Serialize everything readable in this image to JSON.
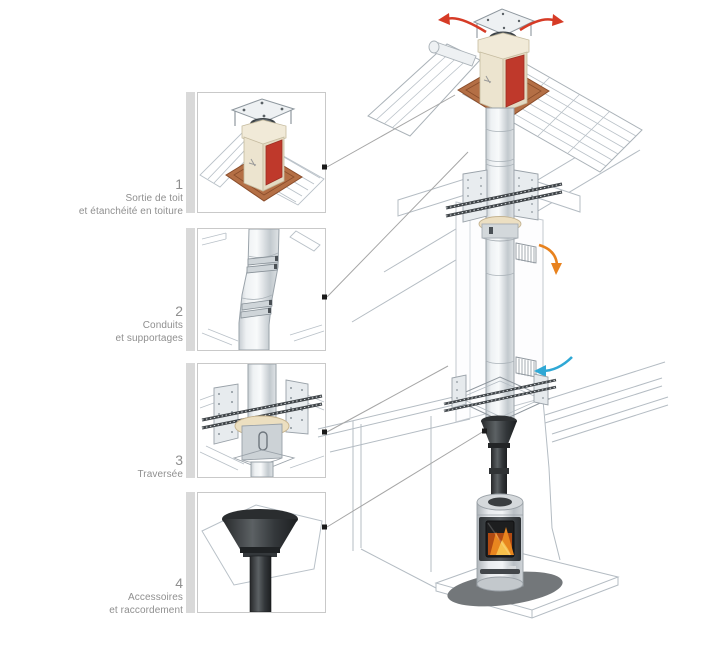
{
  "diagram": {
    "title_hint": "chimney-installation-steps",
    "steps": [
      {
        "number": "1",
        "line1": "Sortie de toit",
        "line2": "et étanchéité en toiture",
        "detail": "roof-outlet"
      },
      {
        "number": "2",
        "line1": "Conduits",
        "line2": "et supportages",
        "detail": "flue-sections-and-supports"
      },
      {
        "number": "3",
        "line1": "Traversée",
        "line2": "",
        "detail": "floor-penetration"
      },
      {
        "number": "4",
        "line1": "Accessoires",
        "line2": "et raccordement",
        "detail": "ceiling-plate-connection"
      }
    ],
    "icons": [
      "wind-rotation-arrows-icon",
      "warm-air-out-arrow-icon",
      "cold-air-in-arrow-icon",
      "callout-marker-square"
    ],
    "colors": {
      "background": "#ffffff",
      "label_text": "#8f8f8f",
      "accent_bar": "#d9d9d9",
      "box_border": "#c9c9c9",
      "callout_line": "#a6a6a6",
      "line_art": "#aeb6bd",
      "chimney_cream": "#ece4cf",
      "chimney_red": "#bf392b",
      "flashing_copper": "#b46f45",
      "wind_arrow_red": "#d63b26",
      "warm_air_orange": "#e8821e",
      "cold_air_blue": "#2fa8d5",
      "fire_orange": "#e8861f",
      "stove_dark": "#3f4346"
    }
  }
}
